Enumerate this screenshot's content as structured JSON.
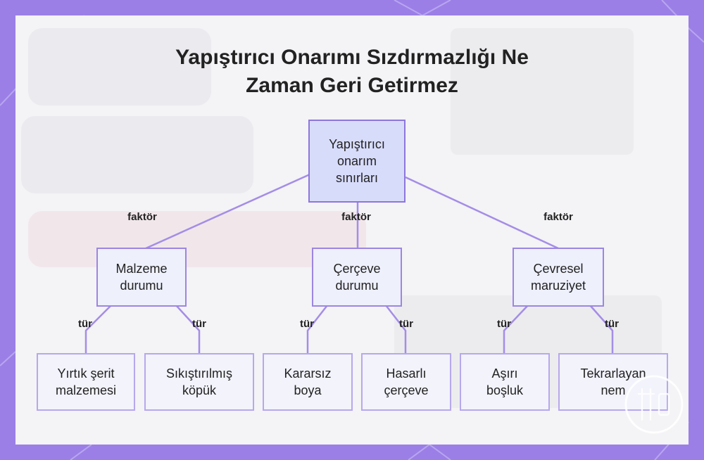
{
  "title_line1": "Yapıştırıcı Onarımı Sızdırmazlığı Ne",
  "title_line2": "Zaman Geri Getirmez",
  "root": {
    "line1": "Yapıştırıcı",
    "line2": "onarım",
    "line3": "sınırları"
  },
  "level1_edge_label": "faktör",
  "level2_edge_label": "tür",
  "factors": [
    {
      "line1": "Malzeme",
      "line2": "durumu",
      "types": [
        {
          "line1": "Yırtık şerit",
          "line2": "malzemesi"
        },
        {
          "line1": "Sıkıştırılmış",
          "line2": "köpük"
        }
      ]
    },
    {
      "line1": "Çerçeve",
      "line2": "durumu",
      "types": [
        {
          "line1": "Kararsız",
          "line2": "boya"
        },
        {
          "line1": "Hasarlı",
          "line2": "çerçeve"
        }
      ]
    },
    {
      "line1": "Çevresel",
      "line2": "maruziyet",
      "types": [
        {
          "line1": "Aşırı",
          "line2": "boşluk"
        },
        {
          "line1": "Tekrarlayan",
          "line2": "nem"
        }
      ]
    }
  ],
  "colors": {
    "frame": "#9b7fe6",
    "edge": "#a48de6",
    "root_fill": "#d8dcfb",
    "node_border": "#9c86e2"
  },
  "watermark_icon": "circle-logo-icon"
}
